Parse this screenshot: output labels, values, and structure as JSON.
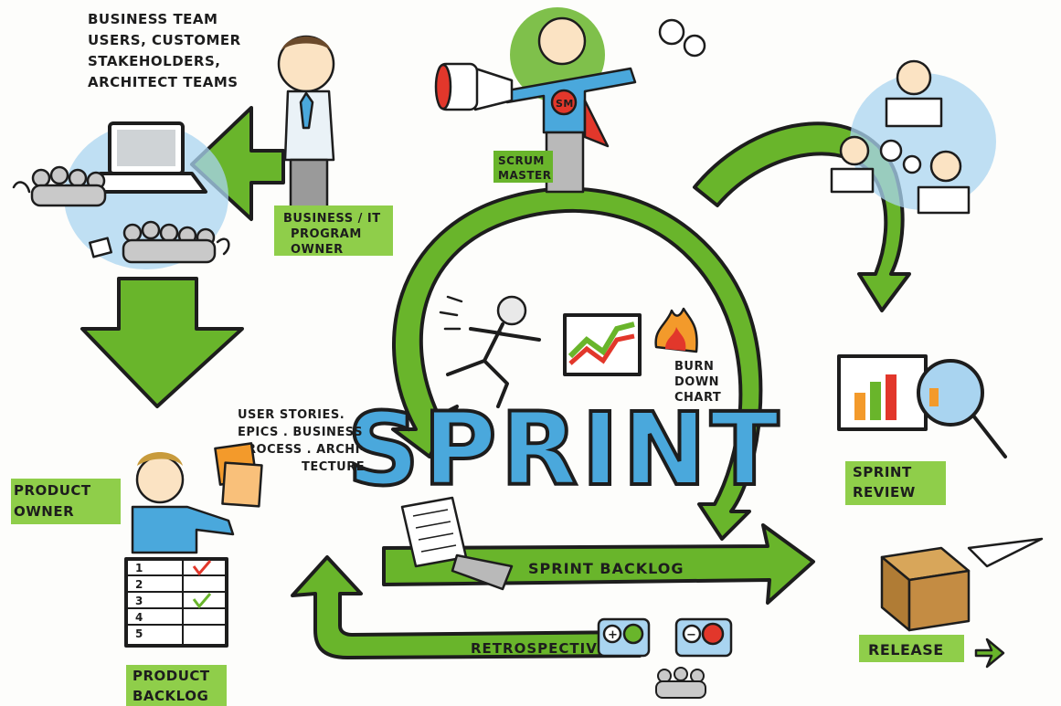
{
  "texts": {
    "stakeholders": [
      "BUSINESS TEAM",
      "USERS, CUSTOMER",
      "STAKEHOLDERS,",
      "ARCHITECT TEAMS"
    ],
    "program_owner": [
      "BUSINESS / IT",
      "PROGRAM",
      "OWNER"
    ],
    "scrum_master": [
      "SCRUM",
      "MASTER"
    ],
    "scrum_master_badge": "SM",
    "user_stories": [
      "USER STORIES.",
      "EPICS . BUSINESS",
      "PROCESS . ARCHI-",
      "TECTURE"
    ],
    "burn_down": [
      "BURN",
      "DOWN",
      "CHART"
    ],
    "sprint": "SPRINT",
    "product_owner": [
      "PRODUCT",
      "OWNER"
    ],
    "sprint_review": [
      "SPRINT",
      "REVIEW"
    ],
    "sprint_backlog": "SPRINT BACKLOG",
    "retrospective": "RETROSPECTIVE",
    "release": "RELEASE",
    "product_backlog": [
      "PRODUCT",
      "BACKLOG"
    ],
    "backlog_rows": [
      "1",
      "2",
      "3",
      "4",
      "5"
    ],
    "feedback_plus": "+",
    "feedback_minus": "−"
  },
  "colors": {
    "green": "#69b52b",
    "green_light": "#8fce4a",
    "blue": "#4aa8dc",
    "blue_light": "#a9d4f0",
    "orange": "#f39a2b",
    "red": "#e2372b",
    "ink": "#1d1d1d"
  }
}
